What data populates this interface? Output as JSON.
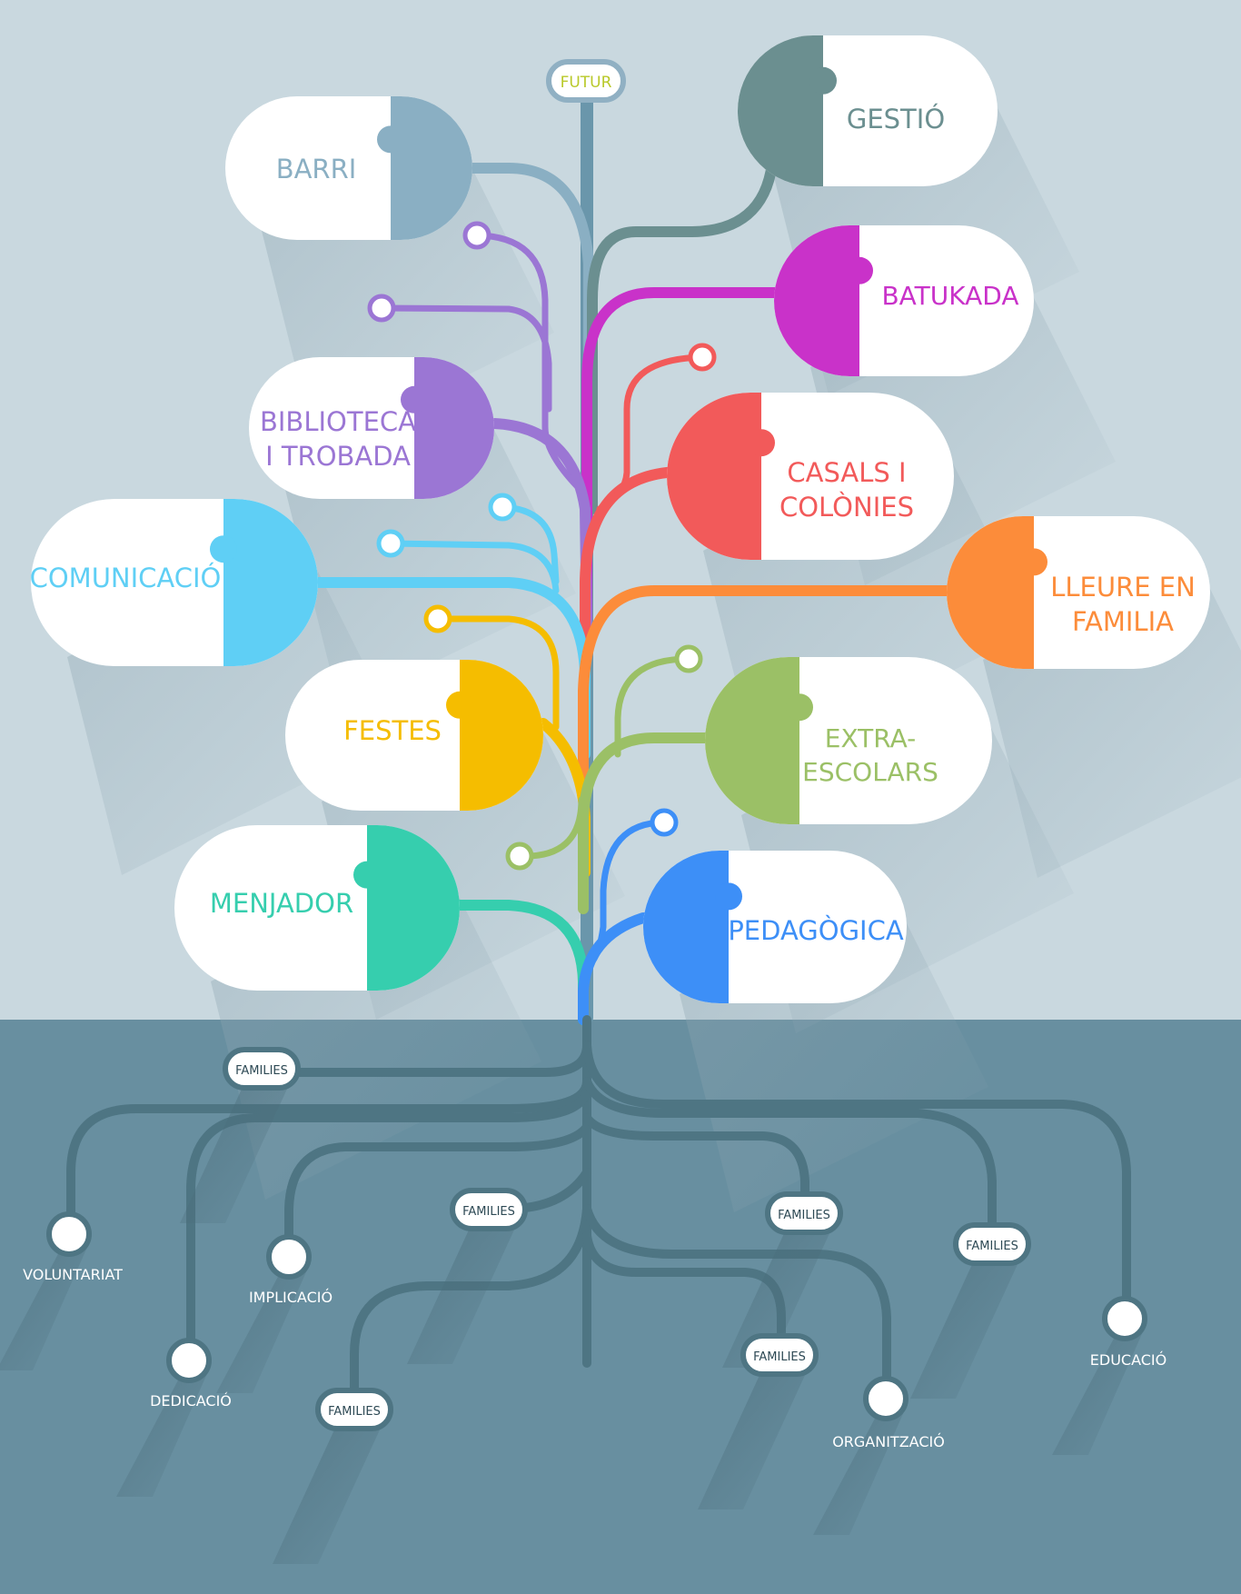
{
  "colors": {
    "sky": "#c9d8df",
    "ground": "#688fa0",
    "root": "#4e7583",
    "trunk": "#6a96ab",
    "white": "#ffffff"
  },
  "top_tag": {
    "label": "FUTUR",
    "color": "#b9c92a",
    "icon": "rounded-tag"
  },
  "branches": [
    {
      "key": "barri",
      "lines": [
        "BARRI"
      ],
      "color": "#8aafc3"
    },
    {
      "key": "gestio",
      "lines": [
        "GESTIÓ"
      ],
      "color": "#6b8f90"
    },
    {
      "key": "batukada",
      "lines": [
        "BATUKADA"
      ],
      "color": "#c932c9"
    },
    {
      "key": "biblioteca",
      "lines": [
        "BIBLIOTECA",
        "I TROBADA"
      ],
      "color": "#9b76d4"
    },
    {
      "key": "casals",
      "lines": [
        "CASALS I",
        "COLÒNIES"
      ],
      "color": "#f25a5a"
    },
    {
      "key": "comunicacio",
      "lines": [
        "COMUNICACIÓ"
      ],
      "color": "#5fcff5"
    },
    {
      "key": "lleure",
      "lines": [
        "LLEURE EN",
        "FAMILIA"
      ],
      "color": "#fc8c3a"
    },
    {
      "key": "festes",
      "lines": [
        "FESTES"
      ],
      "color": "#f5bd00"
    },
    {
      "key": "extraescolars",
      "lines": [
        "EXTRA-",
        "ESCOLARS"
      ],
      "color": "#9bc066"
    },
    {
      "key": "menjador",
      "lines": [
        "MENJADOR"
      ],
      "color": "#36ceae"
    },
    {
      "key": "pedagogica",
      "lines": [
        "PEDAGÒGICA"
      ],
      "color": "#3d8ff7"
    }
  ],
  "root_tags": [
    {
      "key": "families-1",
      "label": "FAMILIES"
    },
    {
      "key": "families-2",
      "label": "FAMILIES"
    },
    {
      "key": "families-3",
      "label": "FAMILIES"
    },
    {
      "key": "families-4",
      "label": "FAMILIES"
    },
    {
      "key": "families-5",
      "label": "FAMILIES"
    },
    {
      "key": "families-6",
      "label": "FAMILIES"
    }
  ],
  "root_labels": [
    {
      "key": "voluntariat",
      "label": "VOLUNTARIAT"
    },
    {
      "key": "dedicacio",
      "label": "DEDICACIÓ"
    },
    {
      "key": "implicacio",
      "label": "IMPLICACIÓ"
    },
    {
      "key": "organitzacio",
      "label": "ORGANITZACIÓ"
    },
    {
      "key": "educacio",
      "label": "EDUCACIÓ"
    }
  ]
}
